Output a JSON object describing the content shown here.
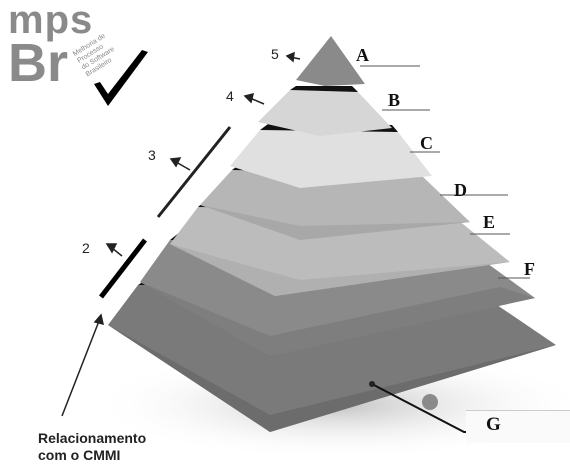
{
  "logo": {
    "line1": "mps",
    "line2": "Br",
    "tagline": [
      "Melhoria de",
      "Processo",
      "do Software",
      "Brasileiro"
    ]
  },
  "levels": {
    "numbers": [
      "5",
      "4",
      "3",
      "2"
    ],
    "letters": [
      "A",
      "B",
      "C",
      "D",
      "E",
      "F",
      "G"
    ]
  },
  "caption": [
    "Relacionamento",
    "com o CMMI"
  ],
  "colors": {
    "top": "#8c8c8c",
    "light_tier": "#dcdcdc",
    "mid_tier": "#b8b8b8",
    "dark_tier": "#7e7e7e",
    "base": "#737373",
    "separator": "#111111"
  }
}
